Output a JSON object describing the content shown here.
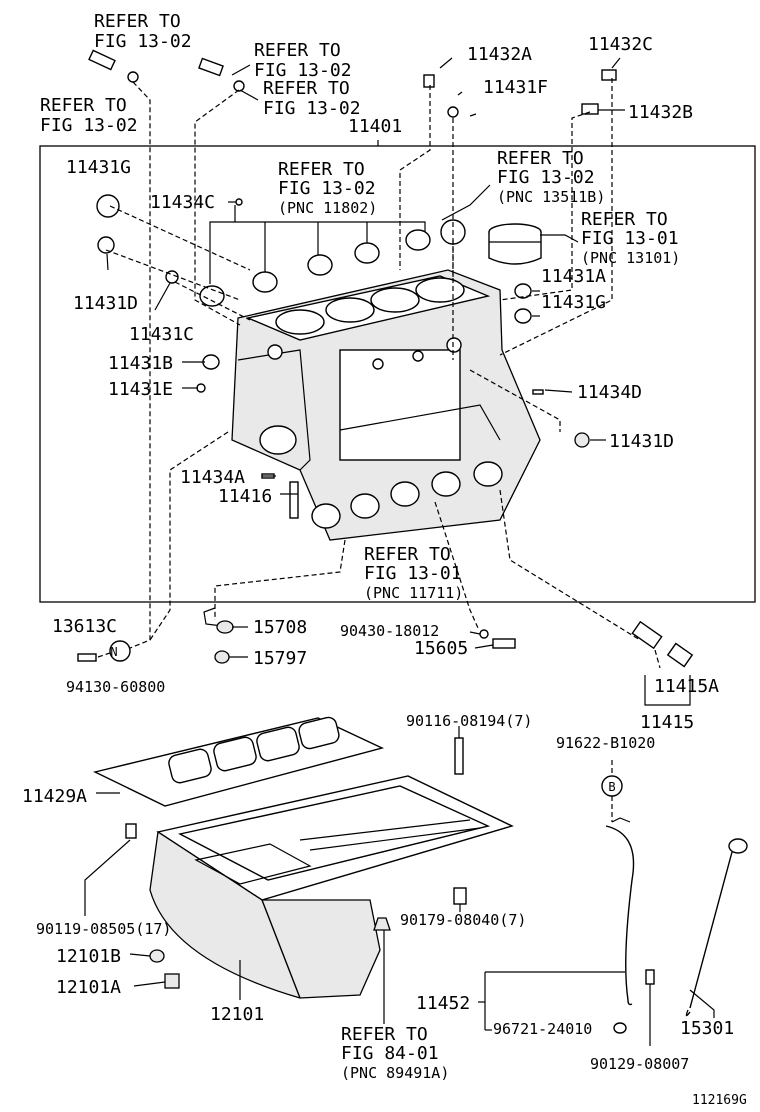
{
  "labels": {
    "refer_13_02_a": [
      "REFER TO",
      "FIG 13-02"
    ],
    "refer_13_02_b": [
      "REFER TO",
      "FIG 13-02"
    ],
    "refer_13_02_c": [
      "REFER TO",
      "FIG 13-02"
    ],
    "refer_13_02_d": [
      "REFER TO",
      "FIG 13-02"
    ],
    "refer_11802": [
      "REFER TO",
      "FIG 13-02",
      "(PNC 11802)"
    ],
    "refer_13511b": [
      "REFER TO",
      "FIG 13-02",
      "(PNC 13511B)"
    ],
    "refer_13101": [
      "REFER TO",
      "FIG 13-01",
      "(PNC 13101)"
    ],
    "refer_11711": [
      "REFER TO",
      "FIG 13-01",
      "(PNC 11711)"
    ],
    "refer_89491a": [
      "REFER TO",
      "FIG 84-01",
      "(PNC 89491A)"
    ],
    "p11432A": "11432A",
    "p11432C": "11432C",
    "p11431F": "11431F",
    "p11432B": "11432B",
    "p11401": "11401",
    "p11431G": "11431G",
    "p11434C": "11434C",
    "p11431A": "11431A",
    "p11431G_2": "11431G",
    "p11431D": "11431D",
    "p11431C": "11431C",
    "p11431B": "11431B",
    "p11431E": "11431E",
    "p11434D": "11434D",
    "p11431D_2": "11431D",
    "p11434A": "11434A",
    "p11416": "11416",
    "p13613C": "13613C",
    "p15708": "15708",
    "p15797": "15797",
    "p94130": "94130-60800",
    "p90430": "90430-18012",
    "p15605": "15605",
    "p11415A": "11415A",
    "p11415": "11415",
    "p90116": "90116-08194(7)",
    "p91622": "91622-B1020",
    "p11429A": "11429A",
    "p90119": "90119-08505(17)",
    "p90179": "90179-08040(7)",
    "p12101B": "12101B",
    "p12101A": "12101A",
    "p12101": "12101",
    "p11452": "11452",
    "p96721": "96721-24010",
    "p15301": "15301",
    "p90129": "90129-08007",
    "circle_n": "N",
    "circle_b": "B",
    "figure_code": "112169G"
  }
}
